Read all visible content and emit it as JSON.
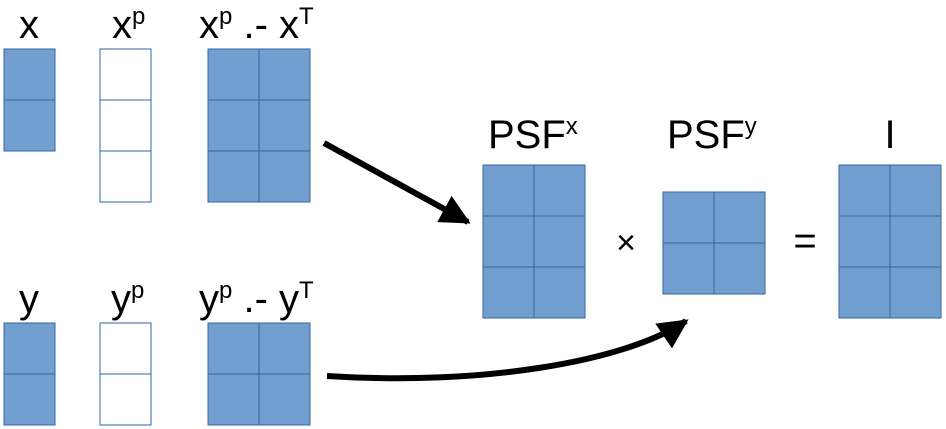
{
  "colors": {
    "fill": "#729fcf",
    "stroke": "#3465a4",
    "empty_fill": "#ffffff",
    "text": "#000000",
    "arrow": "#000000"
  },
  "labels": {
    "x": "x",
    "xp_base": "x",
    "xp_sup": "p",
    "xdiff_base": "x",
    "xdiff_sup": "p",
    "xdiff_op": " .- x",
    "xdiff_sup2": "T",
    "y": "y",
    "yp_base": "y",
    "yp_sup": "p",
    "ydiff_base": "y",
    "ydiff_sup": "p",
    "ydiff_op": " .- y",
    "ydiff_sup2": "T",
    "psfx_base": "PSF",
    "psfx_sup": "x",
    "psfy_base": "PSF",
    "psfy_sup": "y",
    "result": "I",
    "times": "×",
    "equals": "="
  },
  "matrices": {
    "x": {
      "rows": 2,
      "cols": 1,
      "filled": true
    },
    "xp": {
      "rows": 3,
      "cols": 1,
      "filled": false
    },
    "xdiff": {
      "rows": 3,
      "cols": 2,
      "filled": true
    },
    "y": {
      "rows": 2,
      "cols": 1,
      "filled": true
    },
    "yp": {
      "rows": 2,
      "cols": 1,
      "filled": false
    },
    "ydiff": {
      "rows": 2,
      "cols": 2,
      "filled": true
    },
    "psfx": {
      "rows": 3,
      "cols": 2,
      "filled": true
    },
    "psfy": {
      "rows": 2,
      "cols": 2,
      "filled": true
    },
    "result": {
      "rows": 3,
      "cols": 2,
      "filled": true
    }
  },
  "arrows": [
    {
      "from": "xdiff",
      "to": "psfx",
      "shape": "straight"
    },
    {
      "from": "ydiff",
      "to": "psfy",
      "shape": "curved"
    }
  ]
}
